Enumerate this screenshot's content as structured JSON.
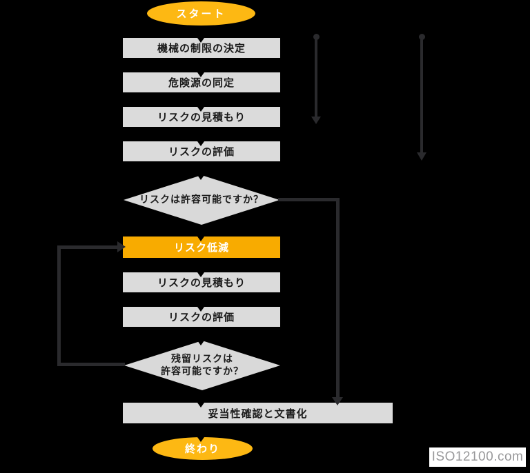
{
  "flowchart": {
    "start_label": "スタート",
    "steps_top": [
      "機械の制限の決定",
      "危険源の同定",
      "リスクの見積もり",
      "リスクの評価"
    ],
    "decision1_label": "リスクは許容可能ですか？",
    "risk_reduction_label": "リスク低減",
    "steps_loop": [
      "リスクの見積もり",
      "リスクの評価"
    ],
    "decision2_line1": "残留リスクは",
    "decision2_line2": "許容可能ですか？",
    "validation_label": "妥当性確認と文書化",
    "end_label": "終わり"
  },
  "watermark": {
    "text": "ISO12100.com"
  },
  "colors": {
    "background": "#000000",
    "process_box_fill": "#DBDBDB",
    "decision_fill": "#D9D9D9",
    "terminator_fill": "#FDB813",
    "risk_reduction_fill": "#F8AB00",
    "node_text": "#1A1A1A",
    "accent_text": "#FFFFFF",
    "connector_dark": "#2A2A2D",
    "flow_arrow": "#000000",
    "watermark_text": "#98989A",
    "watermark_bg": "#FFFFFF"
  }
}
